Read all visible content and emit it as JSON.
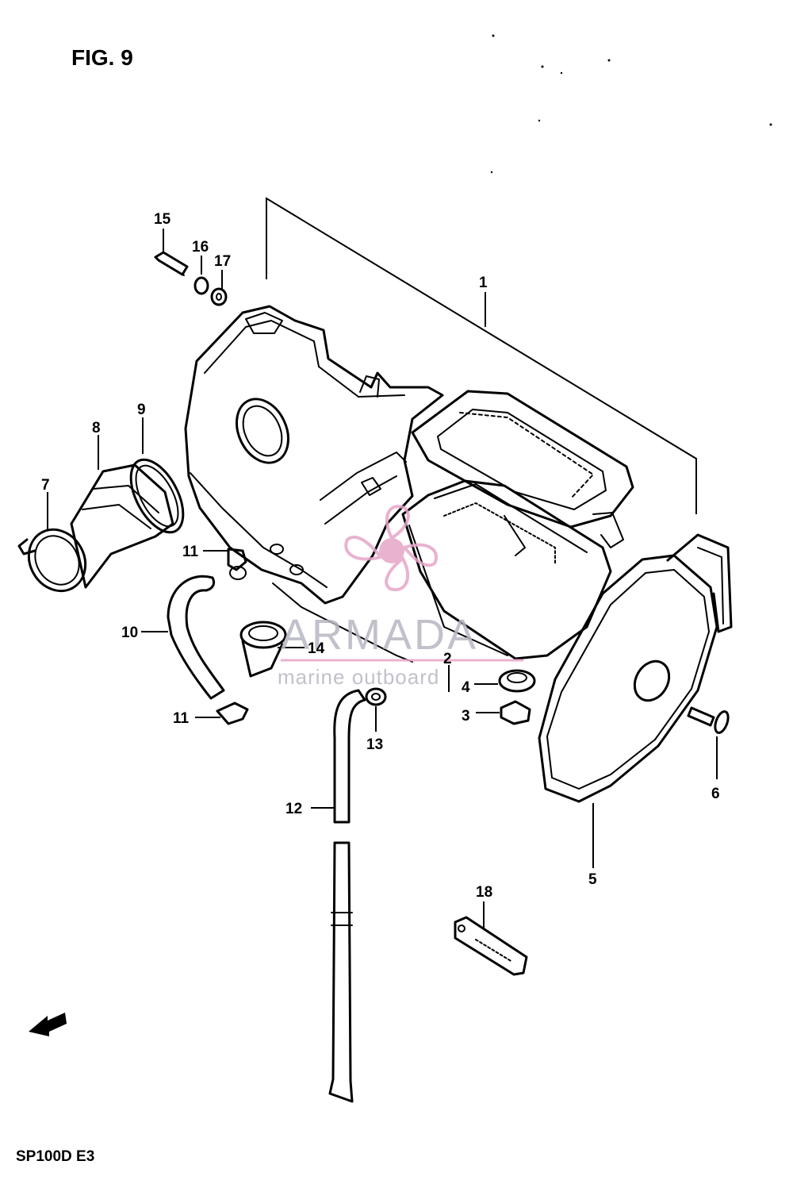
{
  "figure": {
    "title": "FIG. 9",
    "model_code": "SP100D E3"
  },
  "watermark": {
    "brand": "ARMADA",
    "tagline": "marine outboard",
    "color": "#e6a6c8"
  },
  "callouts": [
    {
      "id": "1",
      "label": "1"
    },
    {
      "id": "2",
      "label": "2"
    },
    {
      "id": "3",
      "label": "3"
    },
    {
      "id": "4",
      "label": "4"
    },
    {
      "id": "5",
      "label": "5"
    },
    {
      "id": "6",
      "label": "6"
    },
    {
      "id": "7",
      "label": "7"
    },
    {
      "id": "8",
      "label": "8"
    },
    {
      "id": "9",
      "label": "9"
    },
    {
      "id": "10",
      "label": "10"
    },
    {
      "id": "11a",
      "label": "11"
    },
    {
      "id": "11b",
      "label": "11"
    },
    {
      "id": "12",
      "label": "12"
    },
    {
      "id": "13",
      "label": "13"
    },
    {
      "id": "14",
      "label": "14"
    },
    {
      "id": "15",
      "label": "15"
    },
    {
      "id": "16",
      "label": "16"
    },
    {
      "id": "17",
      "label": "17"
    },
    {
      "id": "18",
      "label": "18"
    }
  ],
  "icons": {
    "forward_arrow": "front-direction-arrow-icon",
    "logo": "armada-propeller-logo-icon"
  }
}
